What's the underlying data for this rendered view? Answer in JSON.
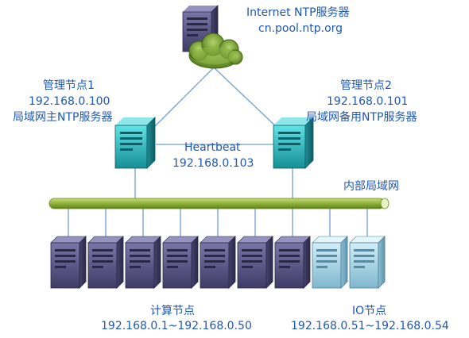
{
  "internet": {
    "title": "Internet NTP服务器",
    "host": "cn.pool.ntp.org"
  },
  "node1": {
    "title": "管理节点1",
    "ip": "192.168.0.100",
    "role": "局域网主NTP服务器"
  },
  "node2": {
    "title": "管理节点2",
    "ip": "192.168.0.101",
    "role": "局域网备用NTP服务器"
  },
  "heartbeat": {
    "title": "Heartbeat",
    "ip": "192.168.0.103"
  },
  "lan": {
    "label": "内部局域网"
  },
  "compute": {
    "title": "计算节点",
    "range": "192.168.0.1~192.168.0.50",
    "count": 7
  },
  "io": {
    "title": "IO节点",
    "range": "192.168.0.51~192.168.0.54",
    "count": 2
  },
  "colors": {
    "text": "#1f57b5",
    "link": "#6f9fd8",
    "bus": "#8fb23a",
    "mgmt_server": "#34c4c7",
    "compute_server": "#5f5b8c",
    "io_server": "#a6d4e6",
    "cloud": "#6a9a2c"
  },
  "icons": {
    "cloud": "cloud-icon",
    "server": "server-icon"
  }
}
